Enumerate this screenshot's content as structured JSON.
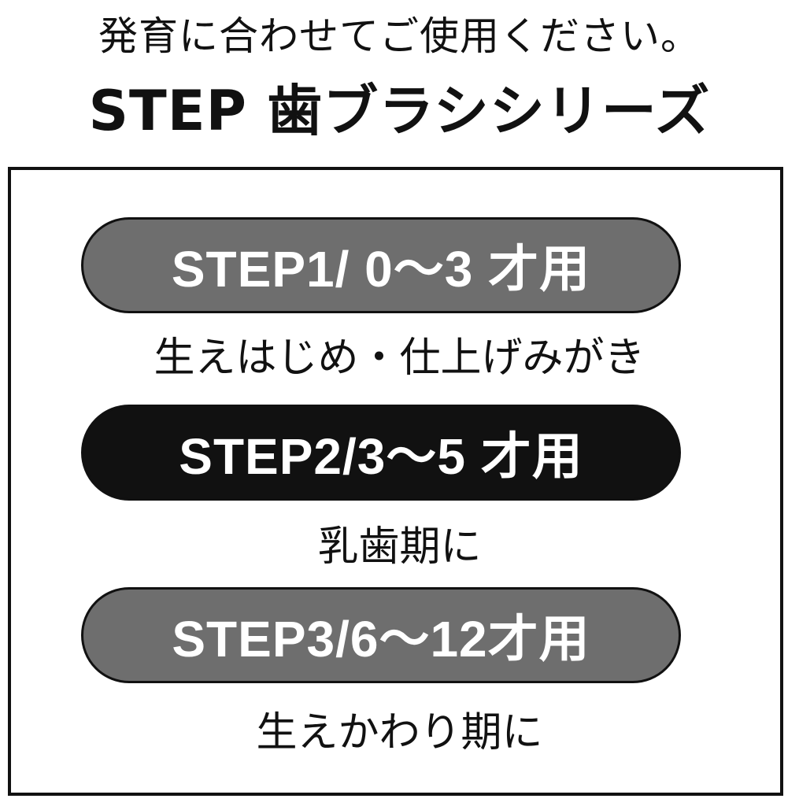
{
  "header": {
    "line1": "発育に合わせてご使用ください。",
    "line2": "STEP 歯ブラシシリーズ"
  },
  "steps": [
    {
      "label": "STEP1/ 0～3 才用",
      "description": "生えはじめ・仕上げみがき",
      "color": "#6e6e6e"
    },
    {
      "label": "STEP2/3～5 才用",
      "description": "乳歯期に",
      "color": "#111111"
    },
    {
      "label": "STEP3/6～12才用",
      "description": "生えかわり期に",
      "color": "#6e6e6e"
    }
  ]
}
